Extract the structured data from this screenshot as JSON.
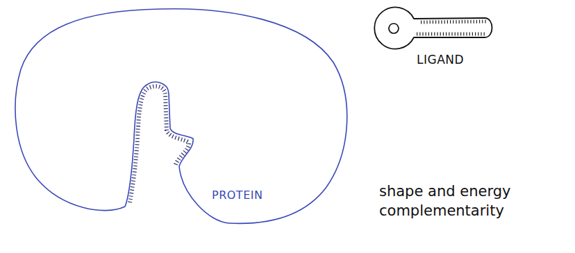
{
  "diagram": {
    "nodes": [
      {
        "text": [
          "PROTEIN"
        ]
      },
      {
        "text": [
          "LIGAND"
        ]
      }
    ],
    "labels": [
      "shape and energy complementarity"
    ]
  }
}
